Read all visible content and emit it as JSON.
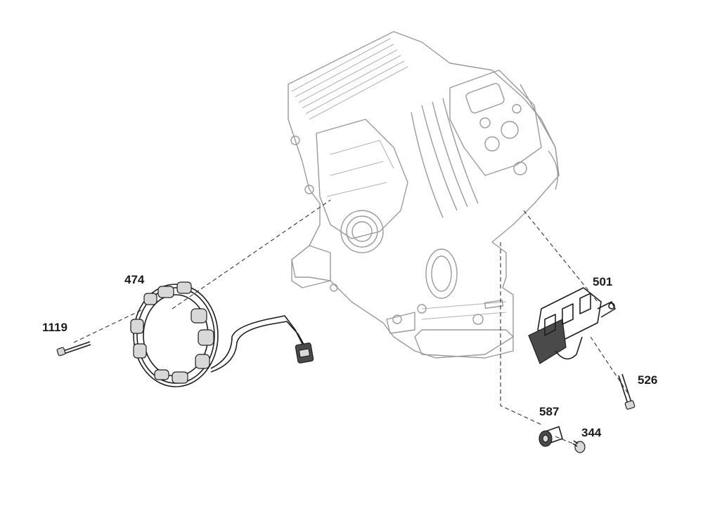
{
  "callouts": {
    "c1119": "1119",
    "c474": "474",
    "c501": "501",
    "c526": "526",
    "c587": "587",
    "c344": "344"
  },
  "parts": [
    {
      "id": "1119",
      "icon": "screw-icon"
    },
    {
      "id": "474",
      "icon": "stator-ring-icon"
    },
    {
      "id": "501",
      "icon": "regulator-rectifier-icon"
    },
    {
      "id": "526",
      "icon": "screw-icon"
    },
    {
      "id": "587",
      "icon": "clip-nut-icon"
    },
    {
      "id": "344",
      "icon": "screw-icon"
    }
  ],
  "colors": {
    "engine_line": "#9a9a9a",
    "part_line": "#1e1e1e",
    "background": "#ffffff"
  }
}
